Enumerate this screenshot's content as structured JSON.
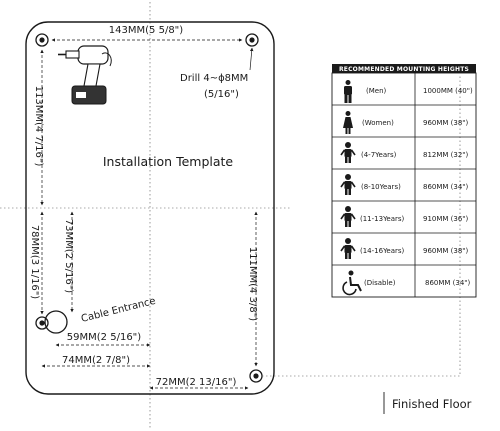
{
  "template": {
    "title": "Installation Template",
    "drill_note_line1": "Drill 4~ϕ8MM",
    "drill_note_line2": "(5/16\")",
    "cable_label": "Cable Entrance",
    "finished_floor": "Finished Floor",
    "drill_icon": "drill-icon",
    "dimensions": {
      "top_width": "143MM(5 5/8\")",
      "left_top_height": "113MM(4 7/16\")",
      "left_bottom_height": "78MM(3 1/16\")",
      "cable_height": "73MM(2 5/16\")",
      "right_height": "111MM(4 3/8\")",
      "cable_offset": "59MM(2 5/16\")",
      "bottom_offset": "74MM(2 7/8\")",
      "bottom_right": "72MM(2 13/16\")"
    }
  },
  "heights_table": {
    "header": "RECOMMENDED MOUNTING HEIGHTS",
    "rows": [
      {
        "icon": "man-icon",
        "label": "(Men)",
        "value": "1000MM (40\")"
      },
      {
        "icon": "woman-icon",
        "label": "(Women)",
        "value": "960MM (38\")"
      },
      {
        "icon": "child-icon",
        "label": "(4-7Years)",
        "value": "812MM (32\")"
      },
      {
        "icon": "child-icon",
        "label": "(8-10Years)",
        "value": "860MM (34\")"
      },
      {
        "icon": "child-icon",
        "label": "(11-13Years)",
        "value": "910MM (36\")"
      },
      {
        "icon": "child-icon",
        "label": "(14-16Years)",
        "value": "960MM (38\")"
      },
      {
        "icon": "wheelchair-icon",
        "label": "(Disable)",
        "value": "860MM (34\")"
      }
    ]
  }
}
